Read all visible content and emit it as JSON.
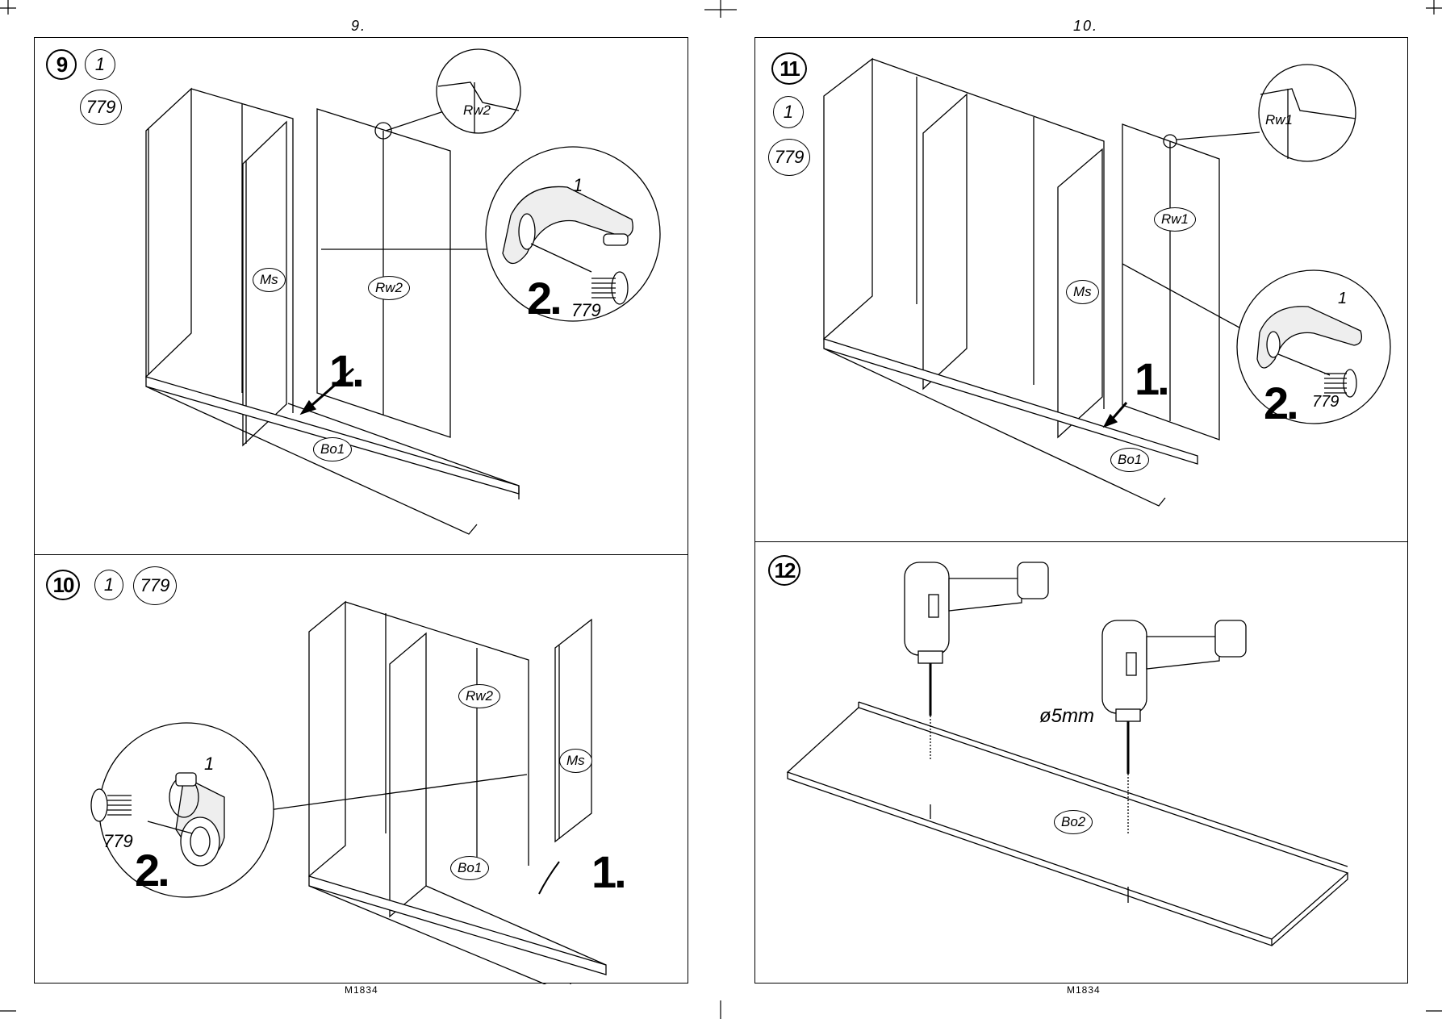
{
  "pages": {
    "left": {
      "number": "9.",
      "footer": "M1834"
    },
    "right": {
      "number": "10.",
      "footer": "M1834"
    }
  },
  "steps": {
    "s9": {
      "step": "9",
      "qty": "1",
      "part": "779",
      "detail": "Rw2",
      "panel": "Rw2",
      "side": "Ms",
      "bottom": "Bo1",
      "screw_num": "779",
      "bracket_num": "1",
      "a1": "1.",
      "a2": "2."
    },
    "s10": {
      "step": "10",
      "qty": "1",
      "part": "779",
      "panel": "Rw2",
      "side": "Ms",
      "bottom": "Bo1",
      "screw_num": "779",
      "bracket_num": "1",
      "a1": "1.",
      "a2": "2."
    },
    "s11": {
      "step": "11",
      "qty": "1",
      "part": "779",
      "detail": "Rw1",
      "panel": "Rw1",
      "side": "Ms",
      "bottom": "Bo1",
      "screw_num": "779",
      "bracket_num": "1",
      "a1": "1.",
      "a2": "2."
    },
    "s12": {
      "step": "12",
      "board": "Bo2",
      "drill_size": "ø5mm"
    }
  }
}
